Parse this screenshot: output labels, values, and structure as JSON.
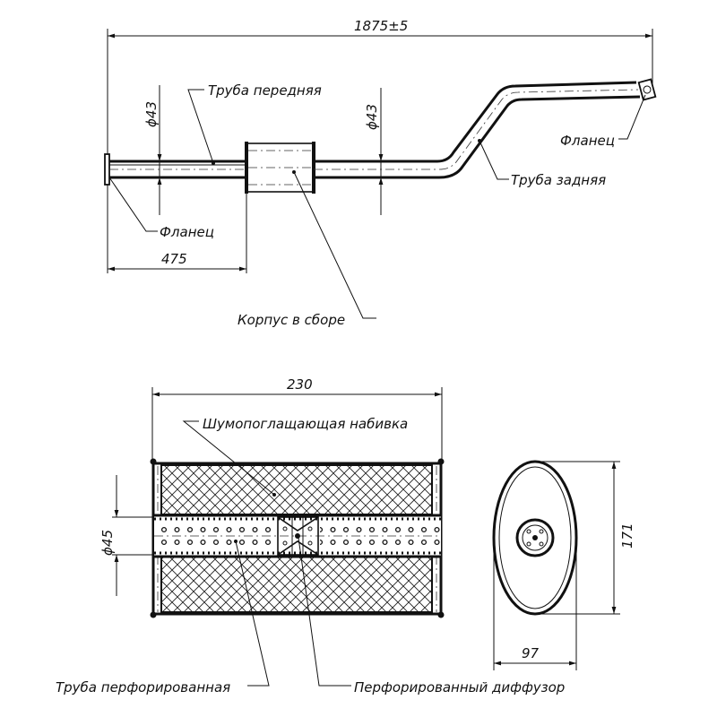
{
  "top_view": {
    "overall_length": "1875±5",
    "front_diameter": "ϕ43",
    "rear_diameter": "ϕ43",
    "front_length": "475",
    "label_front_pipe": "Труба передняя",
    "label_rear_pipe": "Труба задняя",
    "label_flange_left": "Фланец",
    "label_flange_right": "Фланец",
    "label_housing": "Корпус в сборе"
  },
  "section_view": {
    "length": "230",
    "pipe_diameter": "ϕ45",
    "label_packing": "Шумопоглащающая набивка",
    "label_perforated_pipe": "Труба  перфорированная",
    "label_diffuser": "Перфорированный диффузор"
  },
  "end_view": {
    "height": "171",
    "width": "97"
  }
}
